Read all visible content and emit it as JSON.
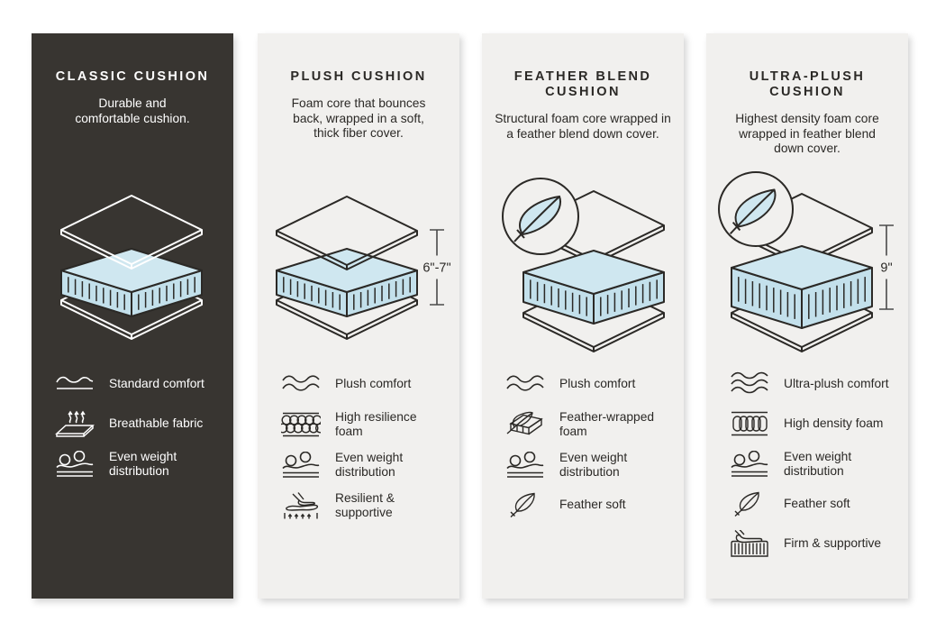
{
  "colors": {
    "page_background": "#ffffff",
    "panel_dark": "#383531",
    "panel_light": "#f1f0ee",
    "foam_top": "#cfe7f0",
    "foam_side": "#c3e0eb",
    "outline_dark": "#2b2926",
    "outline_light": "#ffffff",
    "dimension_line": "#4a4a4a"
  },
  "panels": [
    {
      "id": "classic",
      "theme": "dark",
      "title": "CLASSIC CUSHION",
      "description": "Durable and\ncomfortable cushion.",
      "illustration": {
        "feather_badge": false,
        "height_label": ""
      },
      "features": [
        {
          "icon": "wave-single-icon",
          "label": "Standard comfort"
        },
        {
          "icon": "breathable-fabric-icon",
          "label": "Breathable fabric"
        },
        {
          "icon": "even-weight-icon",
          "label": "Even weight\ndistribution"
        }
      ]
    },
    {
      "id": "plush",
      "theme": "light",
      "title": "PLUSH CUSHION",
      "description": "Foam core that bounces\nback, wrapped in a soft,\nthick fiber cover.",
      "illustration": {
        "feather_badge": false,
        "height_label": "6\"-7\""
      },
      "features": [
        {
          "icon": "wave-double-icon",
          "label": "Plush comfort"
        },
        {
          "icon": "resilience-foam-icon",
          "label": "High resilience\nfoam"
        },
        {
          "icon": "even-weight-icon",
          "label": "Even weight\ndistribution"
        },
        {
          "icon": "resilient-supportive-icon",
          "label": "Resilient &\nsupportive"
        }
      ]
    },
    {
      "id": "feather-blend",
      "theme": "light",
      "title": "FEATHER BLEND\nCUSHION",
      "description": "Structural foam core wrapped in\na feather blend down cover.",
      "illustration": {
        "feather_badge": true,
        "height_label": ""
      },
      "features": [
        {
          "icon": "wave-double-icon",
          "label": "Plush comfort"
        },
        {
          "icon": "feather-wrapped-foam-icon",
          "label": "Feather-wrapped\nfoam"
        },
        {
          "icon": "even-weight-icon",
          "label": "Even weight\ndistribution"
        },
        {
          "icon": "feather-icon",
          "label": "Feather soft"
        }
      ]
    },
    {
      "id": "ultra-plush",
      "theme": "light",
      "title": "ULTRA-PLUSH\nCUSHION",
      "description": "Highest density foam core\nwrapped in feather blend\ndown cover.",
      "illustration": {
        "feather_badge": true,
        "height_label": "9\""
      },
      "features": [
        {
          "icon": "wave-triple-icon",
          "label": "Ultra-plush comfort"
        },
        {
          "icon": "high-density-foam-icon",
          "label": "High density foam"
        },
        {
          "icon": "even-weight-icon",
          "label": "Even weight\ndistribution"
        },
        {
          "icon": "feather-icon",
          "label": "Feather soft"
        },
        {
          "icon": "firm-supportive-icon",
          "label": "Firm & supportive"
        }
      ]
    }
  ]
}
